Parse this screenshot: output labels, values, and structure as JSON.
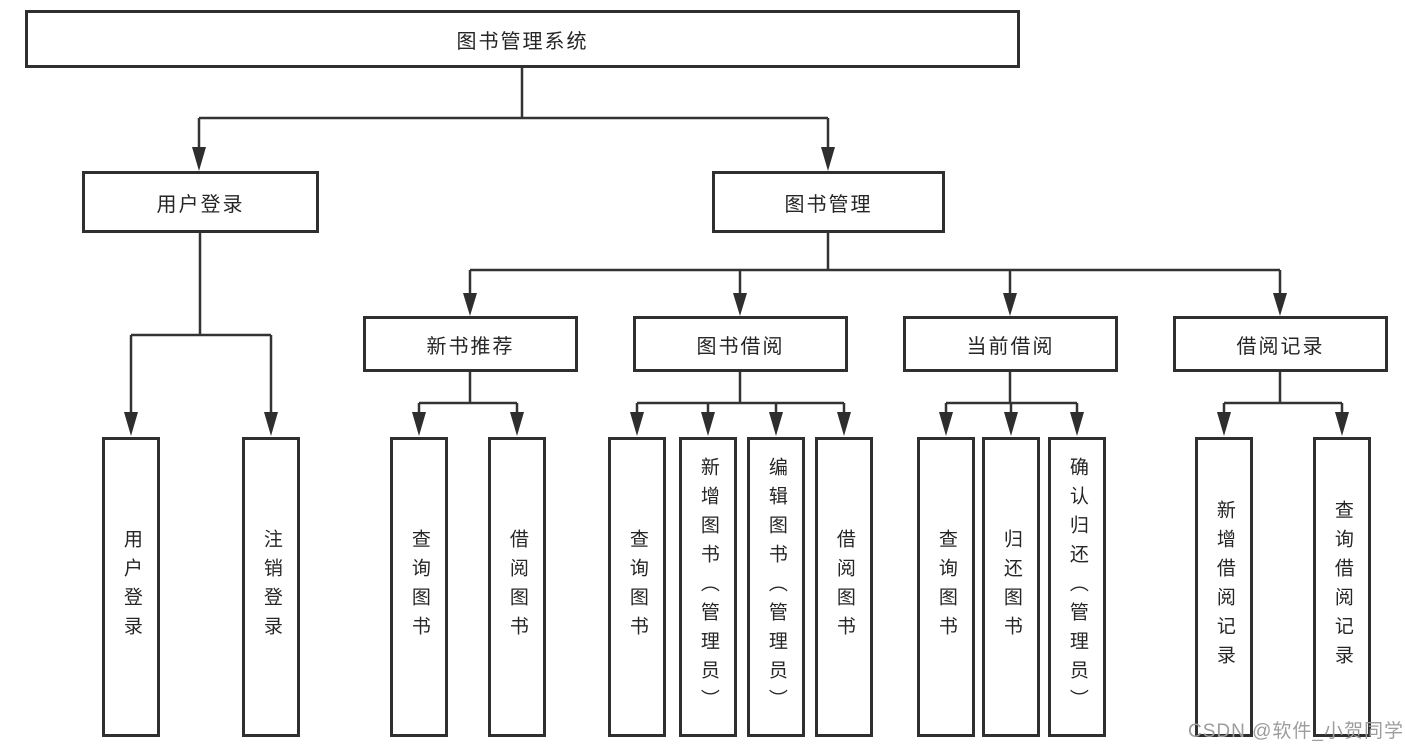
{
  "colors": {
    "line": "#333333",
    "arrowhead": "#2e2e2e",
    "box_border": "#2f2f2f",
    "box_fill": "#ffffff",
    "text": "#262626",
    "watermark": "#9d9d9d"
  },
  "tree": {
    "root": {
      "label": "图书管理系统"
    },
    "level2": [
      {
        "label": "用户登录"
      },
      {
        "label": "图书管理"
      }
    ],
    "level3": [
      {
        "label": "新书推荐",
        "parent": "图书管理"
      },
      {
        "label": "图书借阅",
        "parent": "图书管理"
      },
      {
        "label": "当前借阅",
        "parent": "图书管理"
      },
      {
        "label": "借阅记录",
        "parent": "图书管理"
      }
    ],
    "leaves": [
      {
        "label": "用户登录",
        "parent": "用户登录"
      },
      {
        "label": "注销登录",
        "parent": "用户登录"
      },
      {
        "label": "查询图书",
        "parent": "新书推荐"
      },
      {
        "label": "借阅图书",
        "parent": "新书推荐"
      },
      {
        "label": "查询图书",
        "parent": "图书借阅"
      },
      {
        "label": "新增图书（管理员）",
        "parent": "图书借阅"
      },
      {
        "label": "编辑图书（管理员）",
        "parent": "图书借阅"
      },
      {
        "label": "借阅图书",
        "parent": "图书借阅"
      },
      {
        "label": "查询图书",
        "parent": "当前借阅"
      },
      {
        "label": "归还图书",
        "parent": "当前借阅"
      },
      {
        "label": "确认归还（管理员）",
        "parent": "当前借阅"
      },
      {
        "label": "新增借阅记录",
        "parent": "借阅记录"
      },
      {
        "label": "查询借阅记录",
        "parent": "借阅记录"
      }
    ]
  },
  "watermark": {
    "text": "CSDN @软件_小贺同学"
  }
}
